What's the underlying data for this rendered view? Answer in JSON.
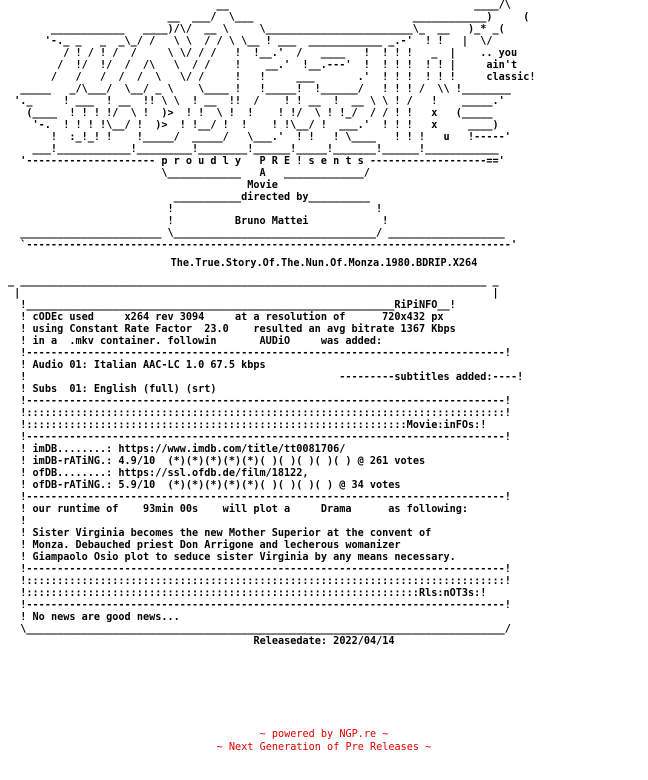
{
  "art": {
    "logo": "                                  __                                        ____/\\\n                          __  ___/  \\___                          ____________)     (\n       ____________   ____)/\\/  __ \\     \\________________________\\_  __   )_* _(\n      '-._ _   _  _\\_/ /   \\ \\  / / \\ \\__ ! ___  ____________ _.-'  ! !   |  \\/\n         / ! / ! /  /     \\ \\/ / /   !  !__.'  /   ____   !  ! ! !   _  |    .. you\n        /  !/  !/  /  /\\   \\  / /    !    __.'  !__.---'  !  ! ! !  ! ! |     ain't\n       /   /   /  /  /  \\   \\/ /     !   !     ___       .'  ! ! !  ! ! !     classic!\n  _____   _/\\___/  \\__/ _ \\    \\____ !   !_____!  !______/   ! ! ! /  \\\\ !________\n '._     ! ___  ! __  !! \\ \\  ! __  !!  /    ! ! __  !  __ \\ \\ ! /   !    _____.'\n   (____  ! ! ! !/  \\ !  )>  ! !  \\ !  !    ! !/  \\ ! !_/  / / ! !   x   (_____\n    '-.  ! ! ! !\\__/ !  )>  ! !__/ !  !    ! !\\__/ !  ___.'  ! ! !   x     ____)\n       !  :_!_! !    !_____/  _____/   \\___.'  ! !   ! \\____   ! ! !   u   !-----'\n    ___!____________!_________!________!______!_____!_______!______!____________\n  '--------------------- p r o u d l y   P R E ! s e n t s -------------------=='\n                         \\____________   A   _____________/\n                                       Movie\n                           ___________directed by__________\n                          !                                 !\n                          !          Bruno Mattei            !\n  _______________________ \\_________________________________/ ___________________\n  `-------------------------------------------------------------------------------'",
    "title_line": "The.True.Story.Of.The.Nun.Of.Monza.1980.BDRIP.X264"
  },
  "box": {
    "header": "RiPiNFO",
    "codec_line1": "cODEc used     x264 rev 3094     at a resolution of      720x432 px",
    "codec_line2": "using Constant Rate Factor  23.0    resulted an avg bitrate 1367 Kbps",
    "codec_line3": "in a  .mkv container. followin       AUDiO     was added:",
    "audio_line": "Audio 01: Italian AAC-LC 1.0 67.5 kbps",
    "subtitles_header": "subtitles added:",
    "subs_line": "Subs  01: English (full) (srt)",
    "movie_header": "Movie:inFOs",
    "imdb_line": "imDB........: https://www.imdb.com/title/tt0081706/",
    "imdb_rating": "imDB-rATiNG.: 4.9/10  (*)(*)(*)(*)(*)( )( )( )( )( ) @ 261 votes",
    "ofdb_line": "ofDB........: https://ssl.ofdb.de/film/18122,",
    "ofdb_rating": "ofDB-rATiNG.: 5.9/10  (*)(*)(*)(*)(*)( )( )( )( ) @ 34 votes",
    "runtime_line": "our runtime of    93min 00s    will plot a     Drama      as following:",
    "plot_line1": "Sister Virginia becomes the new Mother Superior at the convent of",
    "plot_line2": "Monza. Debauched priest Don Arrigone and lecherous womanizer",
    "plot_line3": "Giampaolo Osio plot to seduce sister Virginia by any means necessary.",
    "notes_header": "Rls:nOT3s",
    "notes_line": "No news are good news..."
  },
  "release": {
    "date_line": "Releasedate: 2022/04/14"
  },
  "footer": {
    "powered": "~ powered by NGP.re ~",
    "tagline": "~ Next Generation of Pre Releases ~"
  }
}
